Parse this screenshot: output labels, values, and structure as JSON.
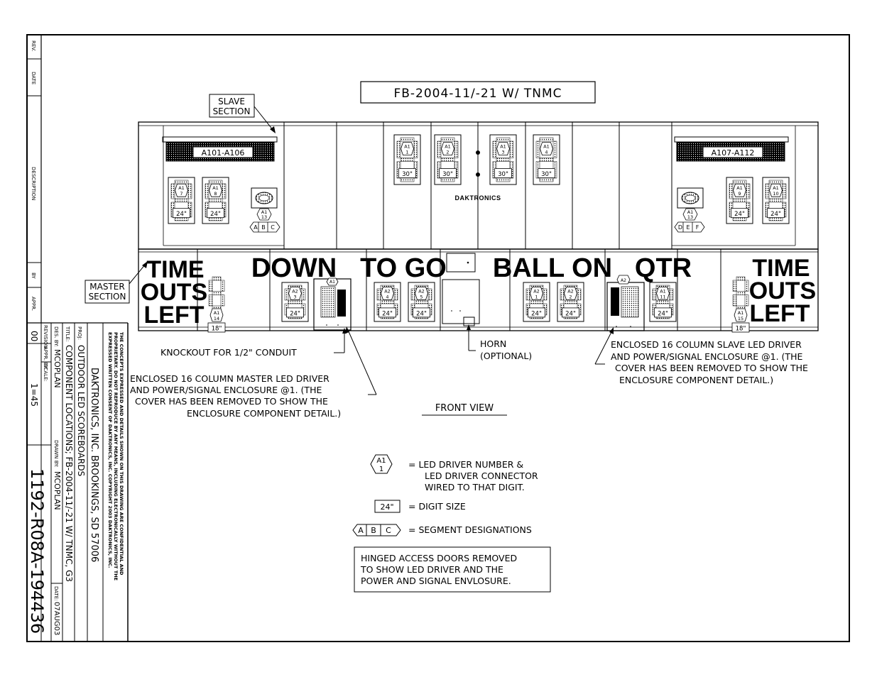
{
  "title_box": "FB-2004-11/-21 W/ TNMC",
  "callouts": {
    "slave_section": [
      "SLAVE",
      "SECTION"
    ],
    "master_section": [
      "MASTER",
      "SECTION"
    ],
    "knockout": "KNOCKOUT FOR 1/2\" CONDUIT",
    "horn": [
      "HORN",
      "(OPTIONAL)"
    ],
    "master_enclosure": [
      "ENCLOSED 16 COLUMN MASTER LED DRIVER",
      "AND POWER/SIGNAL ENCLOSURE @1.  (THE",
      "COVER HAS BEEN REMOVED TO SHOW THE",
      "ENCLOSURE COMPONENT DETAIL.)"
    ],
    "slave_enclosure": [
      "ENCLOSED 16 COLUMN SLAVE LED DRIVER",
      "AND POWER/SIGNAL ENCLOSURE @1.  (THE",
      "COVER HAS BEEN REMOVED TO SHOW THE",
      "ENCLOSURE COMPONENT DETAIL.)"
    ]
  },
  "view_label": "FRONT VIEW",
  "brand_label": "DAKTRONICS",
  "drivers": {
    "left_slave": "A101-A106",
    "right_slave": "A107-A112",
    "digits": [
      {
        "id": "d1",
        "driver": "A1",
        "conn": "1",
        "size": "30\""
      },
      {
        "id": "d2",
        "driver": "A1",
        "conn": "2",
        "size": "30\""
      },
      {
        "id": "d3",
        "driver": "A1",
        "conn": "3",
        "size": "30\""
      },
      {
        "id": "d4",
        "driver": "A1",
        "conn": "4",
        "size": "30\""
      },
      {
        "id": "d7",
        "driver": "A1",
        "conn": "7",
        "size": "24\""
      },
      {
        "id": "d8",
        "driver": "A1",
        "conn": "8",
        "size": "24\""
      },
      {
        "id": "d9",
        "driver": "A1",
        "conn": "9",
        "size": "24\""
      },
      {
        "id": "d10",
        "driver": "A1",
        "conn": "10",
        "size": "24\""
      },
      {
        "id": "down",
        "driver": "A2",
        "conn": "3",
        "size": "24\""
      },
      {
        "id": "togo1",
        "driver": "A2",
        "conn": "4",
        "size": "24\""
      },
      {
        "id": "togo2",
        "driver": "A2",
        "conn": "5",
        "size": "24\""
      },
      {
        "id": "ball1",
        "driver": "A2",
        "conn": "1",
        "size": "24\""
      },
      {
        "id": "ball2",
        "driver": "A2",
        "conn": "2",
        "size": "24\""
      },
      {
        "id": "qtr",
        "driver": "A1",
        "conn": "11",
        "size": "24\""
      }
    ],
    "indicators": [
      {
        "driver": "A1",
        "conn": "13",
        "segments": [
          "A",
          "B",
          "C"
        ]
      },
      {
        "driver": "A1",
        "conn": "13",
        "segments": [
          "D",
          "E",
          "F"
        ]
      }
    ],
    "timeouts": [
      {
        "driver": "A1",
        "conn": "14",
        "size": "18\""
      },
      {
        "driver": "A1",
        "conn": "15",
        "size": "18\""
      }
    ],
    "enclosures": [
      "A1",
      "A2"
    ]
  },
  "master_labels": {
    "timeouts_left": [
      "TIME",
      "OUTS",
      "LEFT"
    ],
    "down": "DOWN",
    "togo": "TO GO",
    "ballon": "BALL ON",
    "qtr": "QTR",
    "timeouts_right": [
      "TIME",
      "OUTS",
      "LEFT"
    ]
  },
  "legend": {
    "hex_top": "A1",
    "hex_bottom": "1",
    "hex_text": [
      "=  LED DRIVER NUMBER &",
      "LED DRIVER CONNECTOR",
      "WIRED TO THAT DIGIT."
    ],
    "size_sample": "24\"",
    "size_text": "=  DIGIT SIZE",
    "segments_sample": [
      "A",
      "B",
      "C"
    ],
    "segments_text": "=  SEGMENT DESIGNATIONS",
    "note": [
      "HINGED ACCESS DOORS REMOVED",
      "TO SHOW LED DRIVER AND THE",
      "POWER AND SIGNAL ENVLOSURE."
    ]
  },
  "revision_strip": [
    "REV.",
    "DATE",
    "DESCRIPTION",
    "BY",
    "APPR."
  ],
  "title_block": {
    "confidential": [
      "THE CONCEPTS EXPRESSED AND DETAILS SHOWN ON THIS DRAWING ARE CONFIDENTIAL AND",
      "PROPRIETARY. DO NOT REPRODUCE BY ANY MEANS, INCLUDING ELECTRONICALLY WITHOUT THE",
      "EXPRESSED WRITTEN CONSENT OF DAKTRONICS, INC.          COPYRIGHT 2003 DAKTRONICS, INC."
    ],
    "company": "DAKTRONICS, INC.  BROOKINGS, SD 57006",
    "proj_label": "PROJ:",
    "proj": "OUTDOOR LED SCOREBOARDS",
    "title_label": "TITLE:",
    "title": "COMPONENT LOCATIONS; FB-2004-11/-21 W/ TNMC, G3",
    "des_label": "DES. BY:",
    "des": "MCOPLAN",
    "drawn_label": "DRAWN BY:",
    "drawn": "MCOPLAN",
    "date_label": "DATE:",
    "date": "07AUG03",
    "revision_label": "REVISION",
    "revision": "00",
    "appr_label": "APPR. BY:",
    "scale_label": "SCALE:",
    "scale": "1=45",
    "drawing_number": "1192-R08A-194436"
  }
}
